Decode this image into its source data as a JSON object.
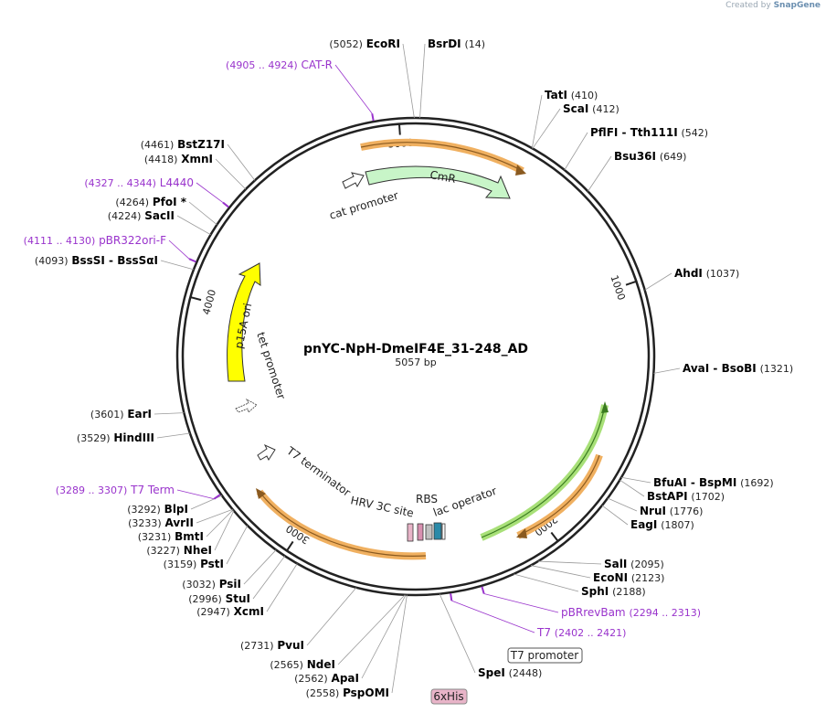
{
  "app": {
    "credit_prefix": "Created by",
    "credit_brand": "SnapGene"
  },
  "plasmid": {
    "name": "pnYC-NpH-DmeIF4E_31-248_AD",
    "size_label": "5057 bp",
    "total_bp": 5057
  },
  "colors": {
    "backbone": "#222222",
    "enzyme_text": "#000000",
    "number_text": "#222222",
    "primer": "#9933cc",
    "cmr_fill": "#c8f5c8",
    "p15a_fill": "#ffff00",
    "orf_orange": "#f0a040",
    "orf_green": "#88d040",
    "leader": "#9a9a9a",
    "his_fill": "#e8b4c8"
  },
  "ticks": [
    {
      "bp": 1000,
      "label": "1000"
    },
    {
      "bp": 2000,
      "label": "2000"
    },
    {
      "bp": 3000,
      "label": "3000"
    },
    {
      "bp": 4000,
      "label": "4000"
    },
    {
      "bp": 5000,
      "label": "5000"
    }
  ],
  "sites": [
    {
      "name": "BsrDI",
      "pos": "(14)",
      "bp": 14
    },
    {
      "name": "EcoRI",
      "pos": "(5052)",
      "bp": 5052
    },
    {
      "name": "TatI",
      "pos": "(410)",
      "bp": 410
    },
    {
      "name": "ScaI",
      "pos": "(412)",
      "bp": 412
    },
    {
      "name": "PflFI - Tth111I",
      "pos": "(542)",
      "bp": 542
    },
    {
      "name": "Bsu36I",
      "pos": "(649)",
      "bp": 649
    },
    {
      "name": "AhdI",
      "pos": "(1037)",
      "bp": 1037
    },
    {
      "name": "AvaI - BsoBI",
      "pos": "(1321)",
      "bp": 1321
    },
    {
      "name": "BfuAI - BspMI",
      "pos": "(1692)",
      "bp": 1692
    },
    {
      "name": "BstAPI",
      "pos": "(1702)",
      "bp": 1702
    },
    {
      "name": "NruI",
      "pos": "(1776)",
      "bp": 1776
    },
    {
      "name": "EagI",
      "pos": "(1807)",
      "bp": 1807
    },
    {
      "name": "SalI",
      "pos": "(2095)",
      "bp": 2095
    },
    {
      "name": "EcoNI",
      "pos": "(2123)",
      "bp": 2123
    },
    {
      "name": "SphI",
      "pos": "(2188)",
      "bp": 2188
    },
    {
      "name": "SpeI",
      "pos": "(2448)",
      "bp": 2448
    },
    {
      "name": "PspOMI",
      "pos": "(2558)",
      "bp": 2558
    },
    {
      "name": "ApaI",
      "pos": "(2562)",
      "bp": 2562
    },
    {
      "name": "NdeI",
      "pos": "(2565)",
      "bp": 2565
    },
    {
      "name": "PvuI",
      "pos": "(2731)",
      "bp": 2731
    },
    {
      "name": "XcmI",
      "pos": "(2947)",
      "bp": 2947
    },
    {
      "name": "StuI",
      "pos": "(2996)",
      "bp": 2996
    },
    {
      "name": "PsiI",
      "pos": "(3032)",
      "bp": 3032
    },
    {
      "name": "PstI",
      "pos": "(3159)",
      "bp": 3159
    },
    {
      "name": "NheI",
      "pos": "(3227)",
      "bp": 3227
    },
    {
      "name": "BmtI",
      "pos": "(3231)",
      "bp": 3231
    },
    {
      "name": "AvrII",
      "pos": "(3233)",
      "bp": 3233
    },
    {
      "name": "BlpI",
      "pos": "(3292)",
      "bp": 3292
    },
    {
      "name": "HindIII",
      "pos": "(3529)",
      "bp": 3529
    },
    {
      "name": "EarI",
      "pos": "(3601)",
      "bp": 3601
    },
    {
      "name": "BssSI - BssSαI",
      "pos": "(4093)",
      "bp": 4093
    },
    {
      "name": "SacII",
      "pos": "(4224)",
      "bp": 4224
    },
    {
      "name": "PfoI *",
      "pos": "(4264)",
      "bp": 4264
    },
    {
      "name": "XmnI",
      "pos": "(4418)",
      "bp": 4418
    },
    {
      "name": "BstZ17I",
      "pos": "(4461)",
      "bp": 4461
    }
  ],
  "primers": [
    {
      "name": "CAT-R",
      "range": "(4905 .. 4924)",
      "bp": 4914
    },
    {
      "name": "L4440",
      "range": "(4327 .. 4344)",
      "bp": 4335
    },
    {
      "name": "pBR322ori-F",
      "range": "(4111 .. 4130)",
      "bp": 4120
    },
    {
      "name": "T7 Term",
      "range": "(3289 .. 3307)",
      "bp": 3298
    },
    {
      "name": "pBRrevBam",
      "range": "(2294 .. 2313)",
      "bp": 2303
    },
    {
      "name": "T7",
      "range": "(2402 .. 2421)",
      "bp": 2411
    }
  ],
  "features": {
    "cmr": "CmR",
    "p15a": "p15A ori",
    "cat_promoter": "cat promoter",
    "tet_promoter": "tet promoter",
    "t7_terminator": "T7 terminator",
    "hrv": "HRV 3C site",
    "rbs": "RBS",
    "lac_operator": "lac operator",
    "t7_promoter_box": "T7 promoter",
    "his_box": "6xHis"
  }
}
